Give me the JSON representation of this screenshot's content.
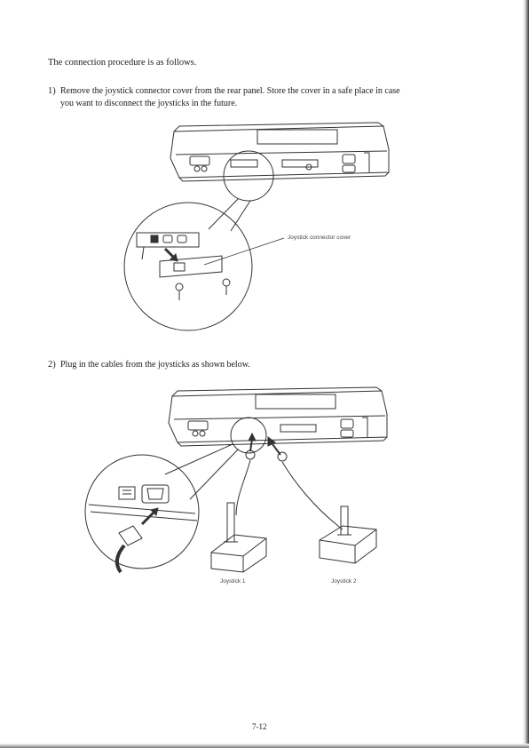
{
  "intro": "The connection procedure is as follows.",
  "step1": {
    "number": "1)",
    "line1": "Remove the joystick connector cover from the rear panel. Store the cover in a safe place in case",
    "line2": "you want to disconnect the joysticks in the future."
  },
  "figure1": {
    "label": "Joystick connector cover"
  },
  "step2": {
    "number": "2)",
    "line1": "Plug in the cables from the joysticks as shown below."
  },
  "figure2": {
    "joystick1_label": "Joystick 1",
    "joystick2_label": "Joystick 2"
  },
  "page_number": "7-12"
}
